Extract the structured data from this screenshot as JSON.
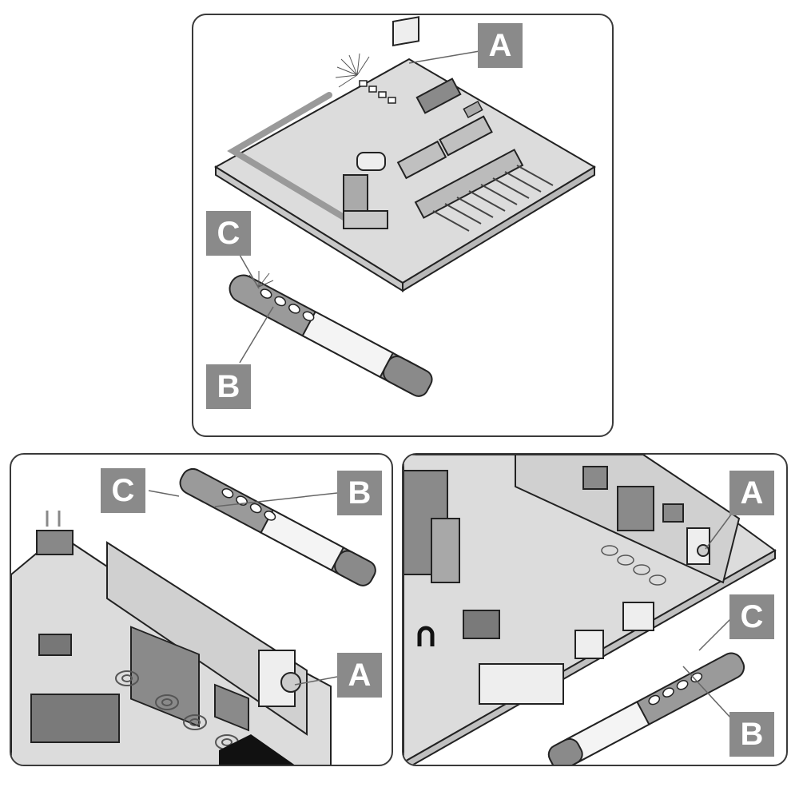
{
  "figure": {
    "description": "Three-panel illustration of a sensor wand (with LEDs B and emitter C) aligned against a circuit board component A",
    "colors": {
      "label_box": "#8a8a8a",
      "label_text": "#ffffff",
      "panel_border": "#3a3a3a",
      "board_fill": "#dcdcdc",
      "component_dark": "#7a7a7a",
      "component_mid": "#a8a8a8"
    }
  },
  "panels": [
    {
      "id": "top",
      "labels": [
        {
          "key": "A",
          "text": "A",
          "target": "board component (emitter/LED) at top"
        },
        {
          "key": "C",
          "text": "C",
          "target": "wand tip"
        },
        {
          "key": "B",
          "text": "B",
          "target": "first LED on wand"
        }
      ]
    },
    {
      "id": "bottom-left",
      "labels": [
        {
          "key": "C",
          "text": "C",
          "target": "wand tip"
        },
        {
          "key": "B",
          "text": "B",
          "target": "first LED on wand"
        },
        {
          "key": "A",
          "text": "A",
          "target": "board-mounted sensor"
        }
      ]
    },
    {
      "id": "bottom-right",
      "labels": [
        {
          "key": "A",
          "text": "A",
          "target": "board-mounted sensor"
        },
        {
          "key": "C",
          "text": "C",
          "target": "wand tip"
        },
        {
          "key": "B",
          "text": "B",
          "target": "first LED on wand"
        }
      ]
    }
  ]
}
